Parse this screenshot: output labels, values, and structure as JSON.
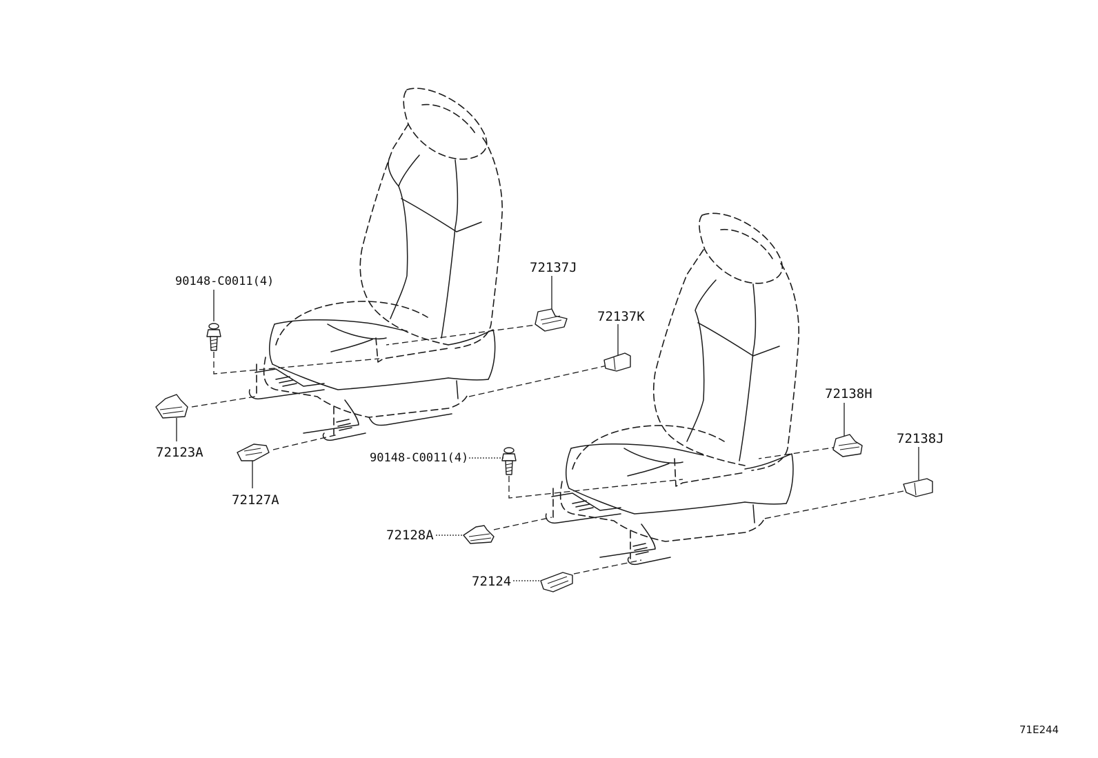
{
  "diagram": {
    "part_labels": {
      "bolt_left": "90148-C0011(4)",
      "bolt_right": "90148-C0011(4)",
      "p72137J": "72137J",
      "p72137K": "72137K",
      "p72123A": "72123A",
      "p72127A": "72127A",
      "p72138H": "72138H",
      "p72138J": "72138J",
      "p72128A": "72128A",
      "p72124": "72124"
    },
    "illustration_code": "71E244"
  }
}
